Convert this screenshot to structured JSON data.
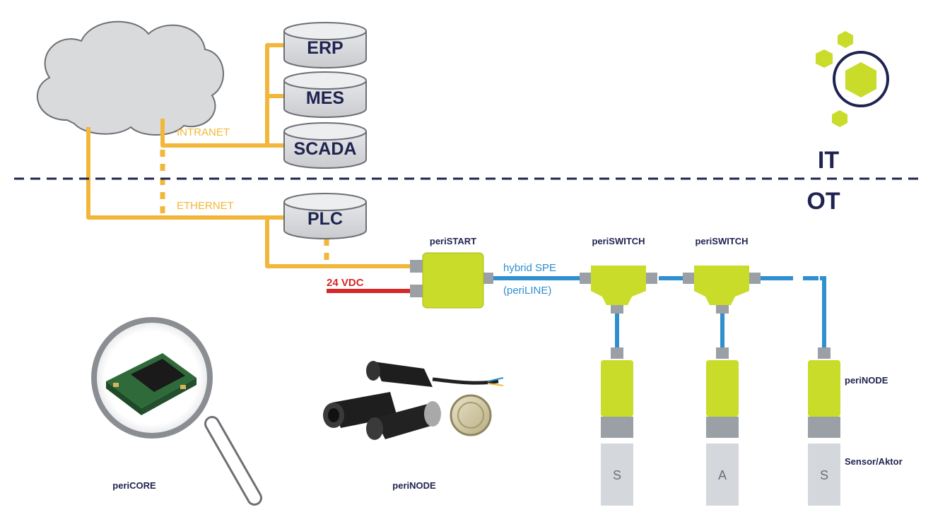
{
  "labels": {
    "intranet": "INTRANET",
    "ethernet": "ETHERNET",
    "it": "IT",
    "ot": "OT",
    "vdc": "24 VDC",
    "hybrid_spe": "hybrid SPE",
    "periline": "(periLINE)",
    "peristart": "periSTART",
    "periswitch_1": "periSWITCH",
    "periswitch_2": "periSWITCH",
    "perinode_side": "periNODE",
    "sensor_aktor": "Sensor/Aktor",
    "pericore": "periCORE",
    "perinode_photo": "periNODE"
  },
  "systems": {
    "erp": "ERP",
    "mes": "MES",
    "scada": "SCADA",
    "plc": "PLC"
  },
  "nodes": {
    "node_1_letter": "S",
    "node_2_letter": "A",
    "node_3_letter": "S"
  },
  "colors": {
    "network_orange": "#f2b73a",
    "power_red": "#d62828",
    "spe_blue": "#2f8fcf",
    "device_lime": "#c9dc2a",
    "navy": "#1f2350",
    "connector_gray": "#9aa0a6",
    "sensor_gray": "#d4d8dd",
    "cloud_gray": "#d9dadc"
  }
}
